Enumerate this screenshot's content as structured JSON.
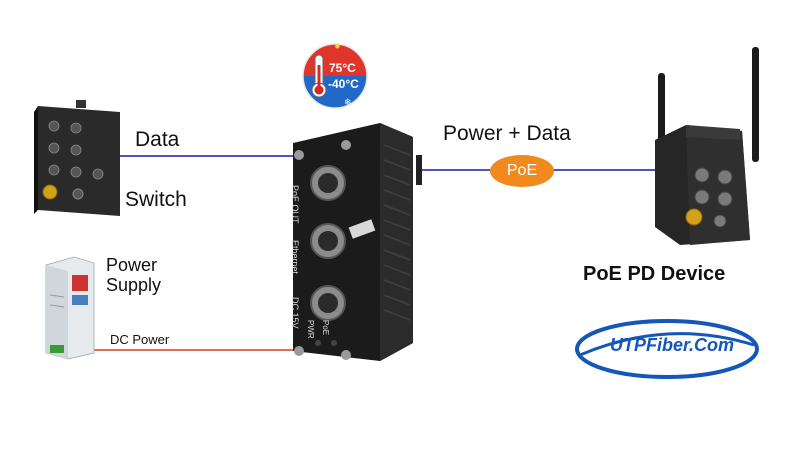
{
  "temperature": {
    "high": "75°C",
    "low": "-40°C"
  },
  "switch": {
    "data_label": "Data",
    "name_label": "Switch"
  },
  "power_supply": {
    "name_label_line1": "Power",
    "name_label_line2": "Supply",
    "dc_label": "DC Power"
  },
  "injector": {
    "port1_label": "PoE OUT",
    "port2_label": "Ethernet",
    "port3_label": "DC 15V",
    "led1_label": "PWR",
    "led2_label": "PoE"
  },
  "link": {
    "top_label": "Power + Data",
    "badge_label": "PoE"
  },
  "pd_device": {
    "name_label": "PoE PD Device"
  },
  "logo": {
    "text": "UTPFiber.Com"
  },
  "colors": {
    "data_line": "#1a1aa8",
    "dc_line": "#e03a1a",
    "poe_badge": "#f08a1e",
    "logo_blue": "#1457b8"
  }
}
